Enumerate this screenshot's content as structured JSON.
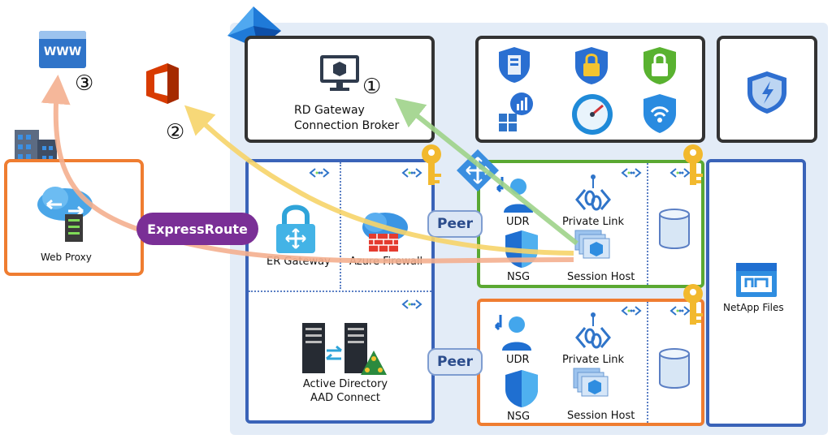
{
  "markers": {
    "one": "①",
    "two": "②",
    "three": "③"
  },
  "onprem": {
    "www_text": "WWW",
    "web_proxy": "Web Proxy"
  },
  "expressroute": {
    "label": "ExpressRoute"
  },
  "gateway_box": {
    "line1": "RD Gateway",
    "line2": "Connection Broker"
  },
  "hub": {
    "er_gateway": "ER Gateway",
    "azure_firewall": "Azure Firewall",
    "ad_line1": "Active Directory",
    "ad_line2": "AAD Connect"
  },
  "peer_top": "Peer",
  "peer_bottom": "Peer",
  "spoke_top": {
    "udr": "UDR",
    "private_link": "Private Link",
    "nsg": "NSG",
    "session_host": "Session Host"
  },
  "spoke_bottom": {
    "udr": "UDR",
    "private_link": "Private Link",
    "nsg": "NSG",
    "session_host": "Session Host"
  },
  "netapp": {
    "label": "NetApp Files"
  },
  "colors": {
    "azure_bg": "#e3ecf7",
    "hub_border": "#3a63b8",
    "green_border": "#5aa832",
    "orange_border": "#ef7d31",
    "expressroute": "#7a2f96",
    "arrow_green": "#9fd38a",
    "arrow_yellow": "#f7d46a",
    "arrow_orange": "#f4b090"
  }
}
